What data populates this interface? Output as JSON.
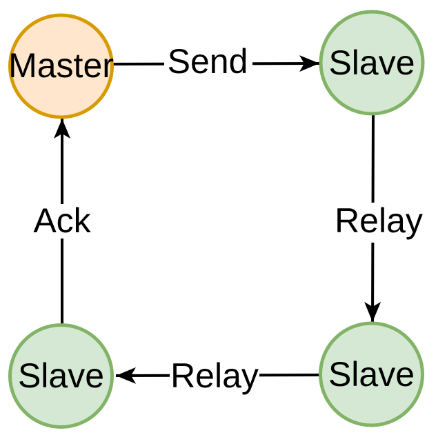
{
  "diagram": {
    "type": "network-topology-ring",
    "background_color": "#ffffff",
    "edge_color": "#000000",
    "text_color": "#000000",
    "label_background_color": "#ffffff"
  },
  "nodes": [
    {
      "id": "master",
      "label": "Master",
      "role": "master",
      "fill": "#ffe6cc",
      "stroke": "#d79b00"
    },
    {
      "id": "slave-top-right",
      "label": "Slave",
      "role": "slave",
      "fill": "#d5e8d4",
      "stroke": "#82b366"
    },
    {
      "id": "slave-bottom-right",
      "label": "Slave",
      "role": "slave",
      "fill": "#d5e8d4",
      "stroke": "#82b366"
    },
    {
      "id": "slave-bottom-left",
      "label": "Slave",
      "role": "slave",
      "fill": "#d5e8d4",
      "stroke": "#82b366"
    }
  ],
  "edges": [
    {
      "id": "send",
      "label": "Send",
      "from": "master",
      "to": "slave-top-right"
    },
    {
      "id": "relay-right",
      "label": "Relay",
      "from": "slave-top-right",
      "to": "slave-bottom-right"
    },
    {
      "id": "relay-bottom",
      "label": "Relay",
      "from": "slave-bottom-right",
      "to": "slave-bottom-left"
    },
    {
      "id": "ack",
      "label": "Ack",
      "from": "slave-bottom-left",
      "to": "master"
    }
  ]
}
